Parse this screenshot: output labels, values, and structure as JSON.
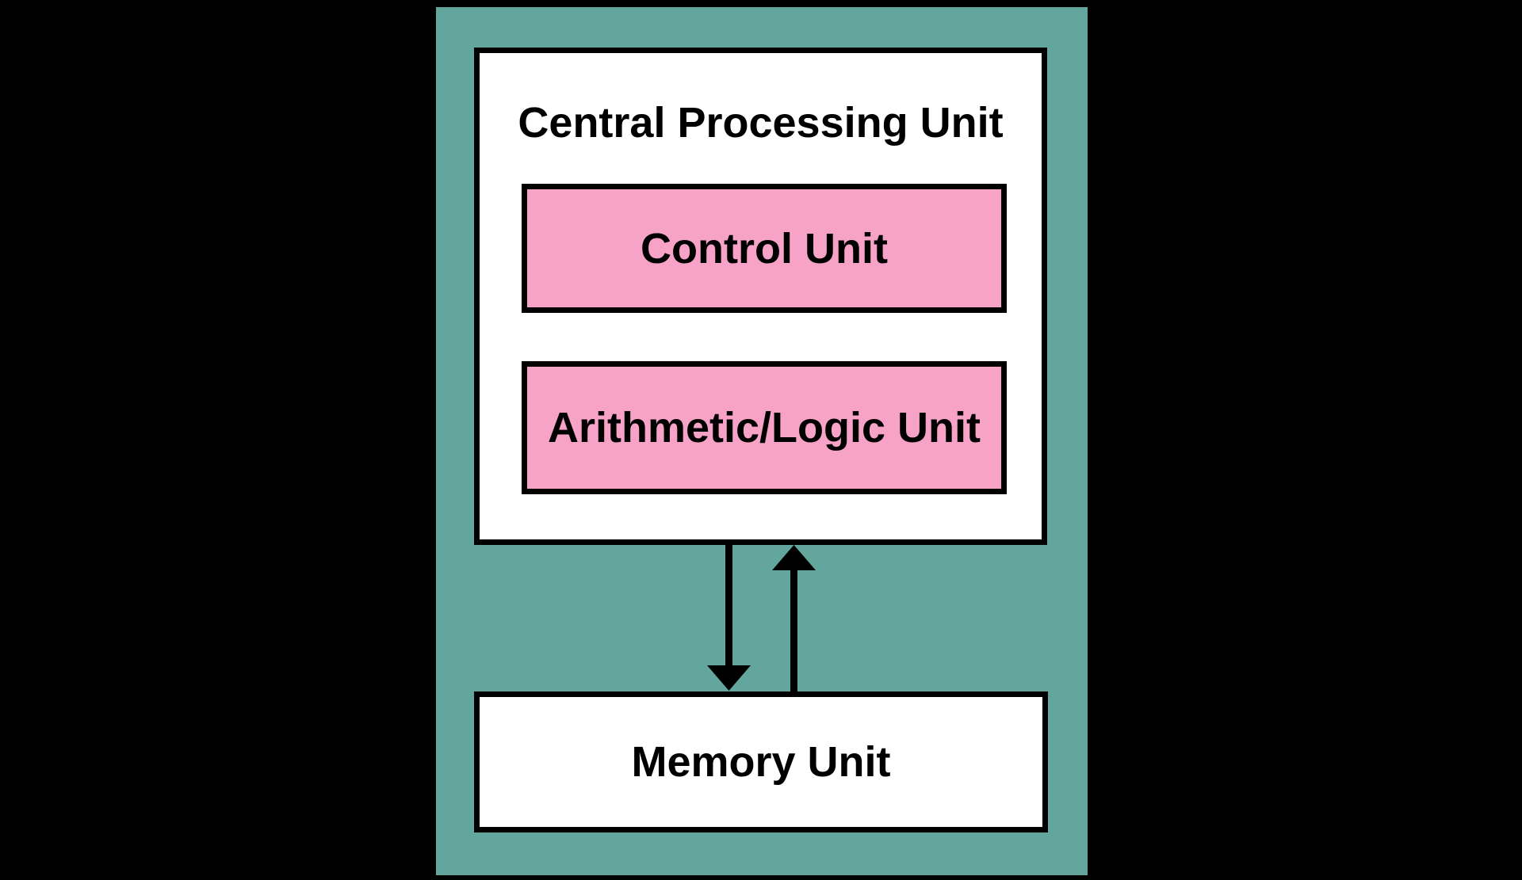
{
  "diagram": {
    "cpu": {
      "label": "Central Processing Unit"
    },
    "control_unit": {
      "label": "Control Unit"
    },
    "alu": {
      "label": "Arithmetic/Logic Unit"
    },
    "memory": {
      "label": "Memory Unit"
    },
    "arrows": [
      {
        "name": "cpu-to-memory",
        "direction": "down"
      },
      {
        "name": "memory-to-cpu",
        "direction": "up"
      }
    ]
  },
  "colors": {
    "background": "#000000",
    "board": "#62a69e",
    "box_fill": "#ffffff",
    "unit_fill": "#f7a2c7",
    "border": "#000000",
    "arrow": "#000000",
    "text": "#000000"
  }
}
